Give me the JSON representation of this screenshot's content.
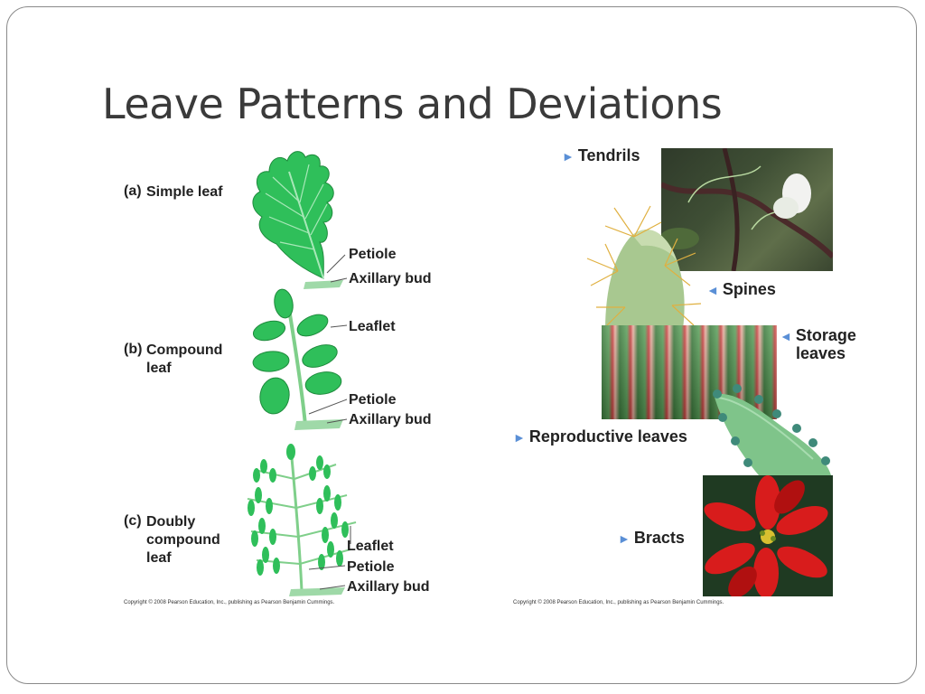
{
  "slide": {
    "title": "Leave Patterns and Deviations"
  },
  "left_figure": {
    "a_tag": "(a)",
    "a_label": "Simple leaf",
    "a_petiole": "Petiole",
    "a_bud": "Axillary bud",
    "b_tag": "(b)",
    "b_label_1": "Compound",
    "b_label_2": "leaf",
    "b_leaflet": "Leaflet",
    "b_petiole": "Petiole",
    "b_bud": "Axillary bud",
    "c_tag": "(c)",
    "c_label_1": "Doubly",
    "c_label_2": "compound",
    "c_label_3": "leaf",
    "c_leaflet": "Leaflet",
    "c_petiole": "Petiole",
    "c_bud": "Axillary bud",
    "copyright": "Copyright © 2008 Pearson Education, Inc., publishing as Pearson Benjamin Cummings."
  },
  "right_figure": {
    "tendrils": "Tendrils",
    "spines": "Spines",
    "storage_1": "Storage",
    "storage_2": "leaves",
    "reproductive": "Reproductive leaves",
    "bracts": "Bracts",
    "copyright": "Copyright © 2008 Pearson Education, Inc., publishing as Pearson Benjamin Cummings."
  },
  "colors": {
    "leaf_green": "#2fbf5a",
    "leaf_dark": "#1e8a3c",
    "arrow_blue": "#5a8fd6",
    "title_gray": "#3a3a3a"
  }
}
